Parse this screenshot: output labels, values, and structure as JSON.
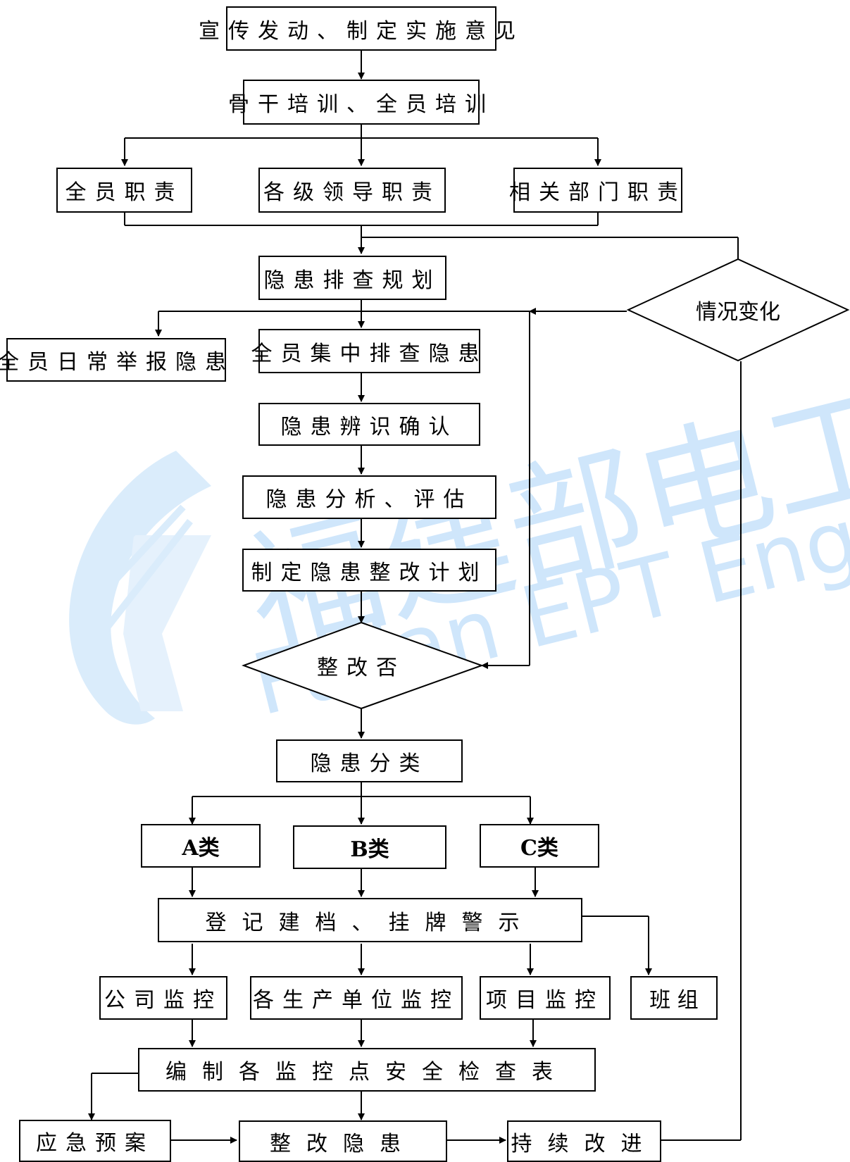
{
  "nodes": {
    "n1": "宣传发动、制定实施意见",
    "n2": "骨干培训、全员培训",
    "n3a": "全员职责",
    "n3b": "各级领导职责",
    "n3c": "相关部门职责",
    "n4": "隐患排查规划",
    "n_change": "情况变化",
    "n_report": "全员日常举报隐患",
    "n5": "全员集中排查隐患",
    "n6": "隐患辨识确认",
    "n7": "隐患分析、评估",
    "n8": "制定隐患整改计划",
    "n9": "整改否",
    "n10": "隐患分类",
    "n_a": "A类",
    "n_b": "B类",
    "n_c": "C类",
    "n11": "登记建档、挂牌警示",
    "n_co": "公司监控",
    "n_unit": "各生产单位监控",
    "n_proj": "项目监控",
    "n_team": "班 组",
    "n12": "编制各监控点安全检查表",
    "n_emerg": "应急预案",
    "n13": "整改隐患",
    "n14": "持续改进"
  },
  "watermark": {
    "cn": "福建部电工程",
    "en": "Fujian EPT Engineering",
    "color": "#cfe6fb"
  }
}
